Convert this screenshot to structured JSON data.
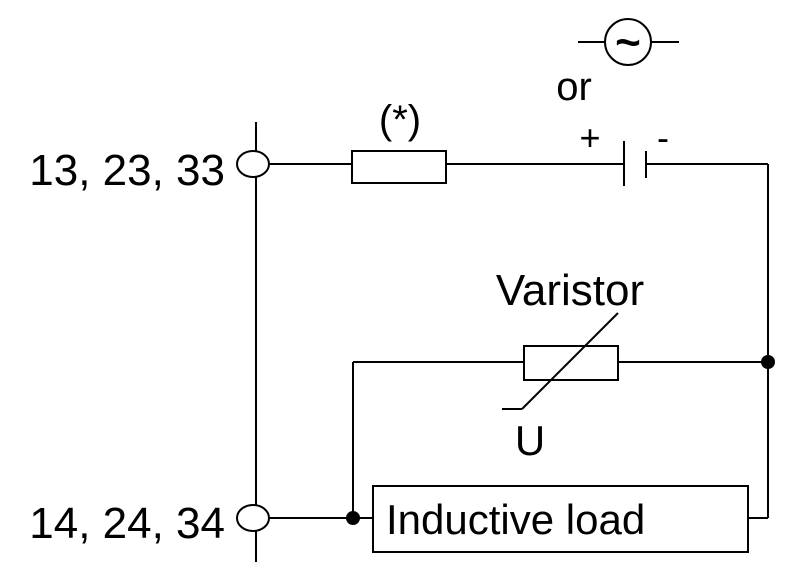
{
  "diagram": {
    "terminal_top_label": "13, 23, 33",
    "terminal_bottom_label": "14, 24, 34",
    "fuse_label": "(*)",
    "or_label": "or",
    "ac_symbol": "~",
    "plus_label": "+",
    "minus_label": "-",
    "varistor_label": "Varistor",
    "varistor_voltage_label": "U",
    "load_label": "Inductive load"
  },
  "colors": {
    "line": "#000000",
    "background": "#ffffff"
  }
}
